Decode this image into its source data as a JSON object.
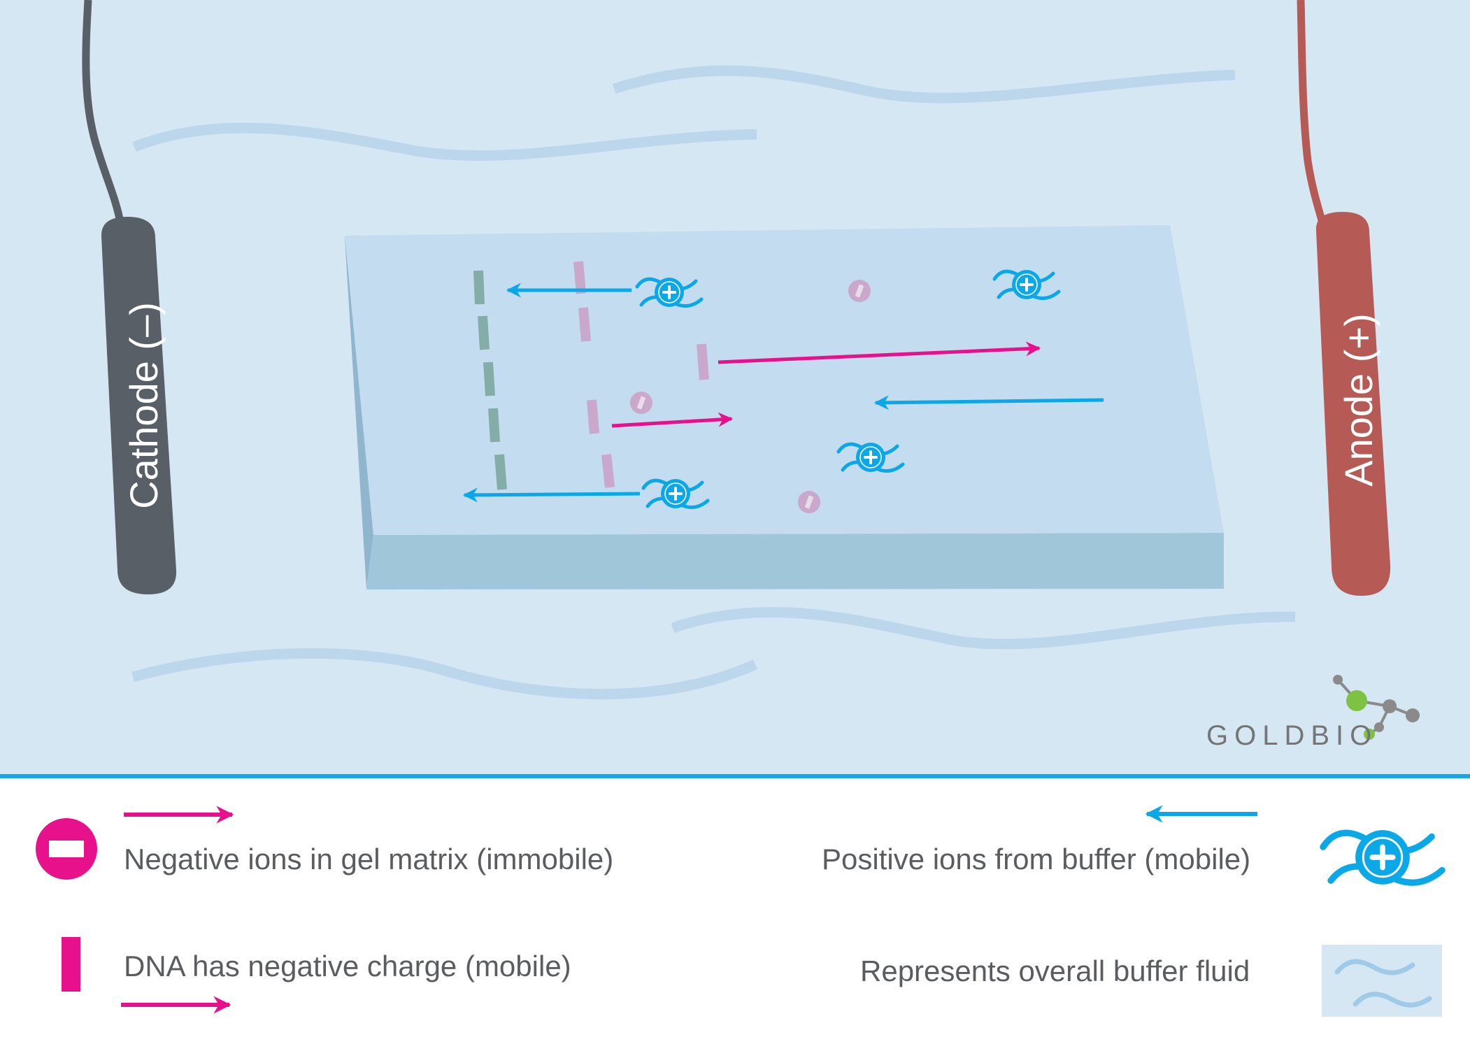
{
  "electrodes": {
    "cathode": {
      "label": "Cathode (–)",
      "color": "#585f66"
    },
    "anode": {
      "label": "Anode (+)",
      "color": "#b55a55"
    }
  },
  "colors": {
    "buffer_bg": "#d6e7f4",
    "buffer_wave": "#bcd6ec",
    "gel_top": "#c3dcef",
    "gel_front": "#a0c6da",
    "gel_side": "#8fb6cc",
    "positive_ion": "#0aa8e6",
    "negative_ion": "#e8118c",
    "gel_negative_marks": "#c9a8cc",
    "well_marks": "#7ea8a0",
    "divider": "#13a6e8"
  },
  "icons": {
    "positive_ion_icon": "positive-ion-icon",
    "negative_ion_icon": "negative-ion-icon",
    "dna_mark_icon": "dna-mark-icon",
    "buffer_fluid_icon": "buffer-fluid-icon",
    "logo_icon": "molecule-logo-icon"
  },
  "logo": {
    "text": "GOLDBIO"
  },
  "legend": {
    "negative_gel_ions": "Negative ions in gel matrix (immobile)",
    "dna_charge": "DNA has negative charge (mobile)",
    "positive_buffer_ions": "Positive ions from buffer (mobile)",
    "buffer_fluid": "Represents overall buffer fluid"
  }
}
